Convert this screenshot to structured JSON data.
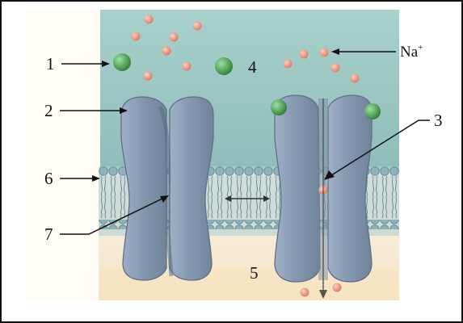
{
  "figure": {
    "labels": {
      "l1": "1",
      "l2": "2",
      "l3": "3",
      "l4": "4",
      "l5": "5",
      "l6": "6",
      "l7": "7",
      "na": "Na",
      "na_sup": "+"
    },
    "colors": {
      "outside": "#9fc7c2",
      "inside": "#f6eedc",
      "protein": "#8a9db4",
      "protein_dark": "#6f8199",
      "lipid_head": "#8fb0b8",
      "lipid_tail": "#6f8a95",
      "sodium": "#e7a08a",
      "ligand": "#4f9e57"
    },
    "icons": [
      "sodium-ion",
      "ligand-molecule",
      "channel-protein",
      "membrane-bilayer"
    ]
  }
}
